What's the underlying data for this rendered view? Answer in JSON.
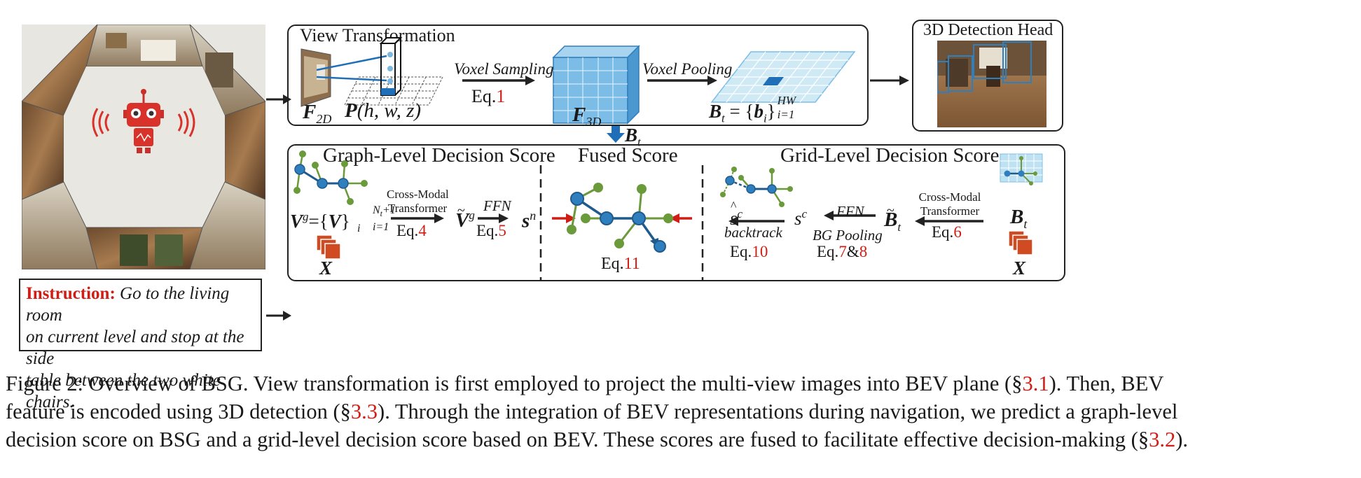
{
  "figure": {
    "view_transformation": {
      "title": "View Transformation",
      "f2d": "F",
      "f2d_sub": "2D",
      "p_label": "P",
      "p_args": "(h, w, z)",
      "voxel_sampling": "Voxel Sampling",
      "eq1_prefix": "Eq.",
      "eq1_num": "1",
      "f3d": "F",
      "f3d_sub": "3D",
      "voxel_pooling": "Voxel Pooling",
      "bt_formula": "B",
      "bt_sub": "t",
      "bt_eq": " = {",
      "bi": "b",
      "bi_sub": "i",
      "bt_close": "}",
      "bt_sup": "HW",
      "bt_sub2": "i=1"
    },
    "detection_head": {
      "title": "3D Detection Head"
    },
    "bt_down": {
      "b": "B",
      "sub": "t"
    },
    "graph_level": {
      "title": "Graph-Level Decision Score",
      "vg": "V",
      "vg_sup": "g",
      "vg_eq": "={",
      "vi": "V",
      "vi_sub": "i",
      "vi_close": "}",
      "vi_sup": "N",
      "vi_sup_sub": "t",
      "vi_sup_rest": "+1",
      "vi_sub2": "i=1",
      "cm_line1": "Cross-Modal",
      "cm_line2": "Transformer",
      "eq4_prefix": "Eq.",
      "eq4_num": "4",
      "vtilde": "V",
      "vtilde_sup": "g",
      "ffn": "FFN",
      "eq5_prefix": "Eq.",
      "eq5_num": "5",
      "sn": "s",
      "sn_sup": "n",
      "x_label": "X"
    },
    "fused": {
      "title": "Fused Score",
      "eq11_prefix": "Eq.",
      "eq11_num": "11"
    },
    "grid_level": {
      "title": "Grid-Level Decision Score",
      "shat": "s",
      "shat_sup": "c",
      "backtrack": "backtrack",
      "eq10_prefix": "Eq.",
      "eq10_num": "10",
      "sc": "s",
      "sc_sup": "c",
      "ffn": "FFN",
      "bg_pooling": "BG Pooling",
      "eq78_prefix": "Eq.",
      "eq78_a": "7",
      "eq78_amp": "&",
      "eq78_b": "8",
      "btilde": "B",
      "btilde_sub": "t",
      "cm_line1": "Cross-Modal",
      "cm_line2": "Transformer",
      "eq6_prefix": "Eq.",
      "eq6_num": "6",
      "bt": "B",
      "bt_sub": "t",
      "x_label": "X"
    },
    "instruction": {
      "label": "Instruction:",
      "line1": " Go to the living room",
      "line2": "on current level and stop at the side",
      "line3": "table between the two white chairs."
    }
  },
  "caption": {
    "line1_a": "Figure 2: Overview of BSG. View transformation is first employed to project the multi-view images into BEV plane (§",
    "line1_ref": "3.1",
    "line1_b": "). Then, BEV",
    "line2_a": "feature is encoded using 3D detection (§",
    "line2_ref": "3.3",
    "line2_b": "). Through the integration of BEV representations during navigation, we predict a graph-level",
    "line3_a": "decision score on BSG and a grid-level decision score based on BEV. These scores are fused to facilitate effective decision-making (§",
    "line3_ref": "3.2",
    "line3_b": ")."
  },
  "colors": {
    "accent_red": "#d01e16",
    "node_blue": "#2f7fbf",
    "node_green": "#6a9a3a",
    "voxel_blue": "#5aa8dc",
    "bev_light": "#cfe9f5",
    "arrow_blue": "#1f6fb8"
  }
}
